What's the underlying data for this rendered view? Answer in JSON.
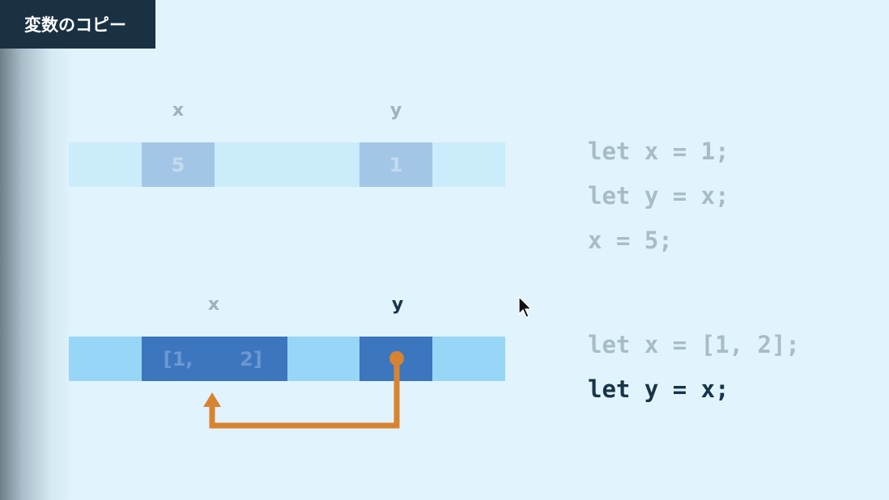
{
  "title": "変数のコピー",
  "colors": {
    "background": "#e1f3fc",
    "title_bg": "#1a3144",
    "strip_top": "#cbecfa",
    "cell_top": "#a4c6e6",
    "strip_bottom": "#97d6f6",
    "cell_bottom": "#3b76bf",
    "code_dim": "#a8bcc6",
    "code_active": "#173448",
    "arrow": "#d88330"
  },
  "example1": {
    "label_x": "x",
    "label_y": "y",
    "value_x": "5",
    "value_y": "1",
    "code": [
      "let x = 1;",
      "let y = x;",
      "x = 5;"
    ]
  },
  "example2": {
    "label_x": "x",
    "label_y": "y",
    "array_parts": [
      "[1,",
      "2]"
    ],
    "code": [
      "let x = [1, 2];",
      "let y = x;"
    ]
  }
}
